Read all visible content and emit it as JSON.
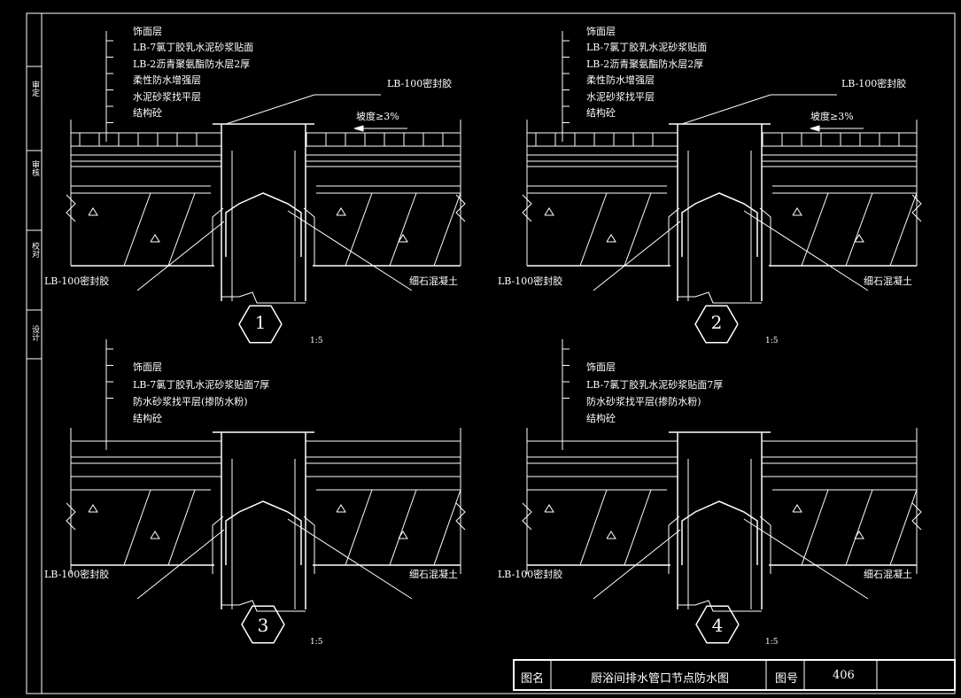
{
  "side_labels": [
    "审定",
    "审核",
    "校对",
    "设计"
  ],
  "details": [
    {
      "id": "1",
      "labels": [
        "饰面层",
        "LB-7氯丁胶乳水泥砂浆贴面",
        "LB-2沥青聚氨酯防水层2厚",
        "柔性防水增强层",
        "水泥砂浆找平层",
        "结构砼"
      ],
      "sealant_top": "LB-100密封胶",
      "slope": "坡度≥3%",
      "sealant_bottom": "LB-100密封胶",
      "concrete": "细石混凝土",
      "scale": "1:5"
    },
    {
      "id": "2",
      "labels": [
        "饰面层",
        "LB-7氯丁胶乳水泥砂浆贴面",
        "LB-2沥青聚氨酯防水层2厚",
        "柔性防水增强层",
        "水泥砂浆找平层",
        "结构砼"
      ],
      "sealant_top": "LB-100密封胶",
      "slope": "坡度≥3%",
      "sealant_bottom": "LB-100密封胶",
      "concrete": "细石混凝土",
      "scale": "1:5"
    },
    {
      "id": "3",
      "labels": [
        "饰面层",
        "LB-7氯丁胶乳水泥砂浆贴面7厚",
        "防水砂浆找平层(掺防水粉)",
        "结构砼"
      ],
      "sealant_bottom": "LB-100密封胶",
      "concrete": "细石混凝土",
      "scale": "1:5"
    },
    {
      "id": "4",
      "labels": [
        "饰面层",
        "LB-7氯丁胶乳水泥砂浆贴面7厚",
        "防水砂浆找平层(掺防水粉)",
        "结构砼"
      ],
      "sealant_bottom": "LB-100密封胶",
      "concrete": "细石混凝土",
      "scale": "1:5"
    }
  ],
  "title_block": {
    "name_label": "图名",
    "name": "厨浴间排水管口节点防水图",
    "number_label": "图号",
    "number": "406"
  }
}
